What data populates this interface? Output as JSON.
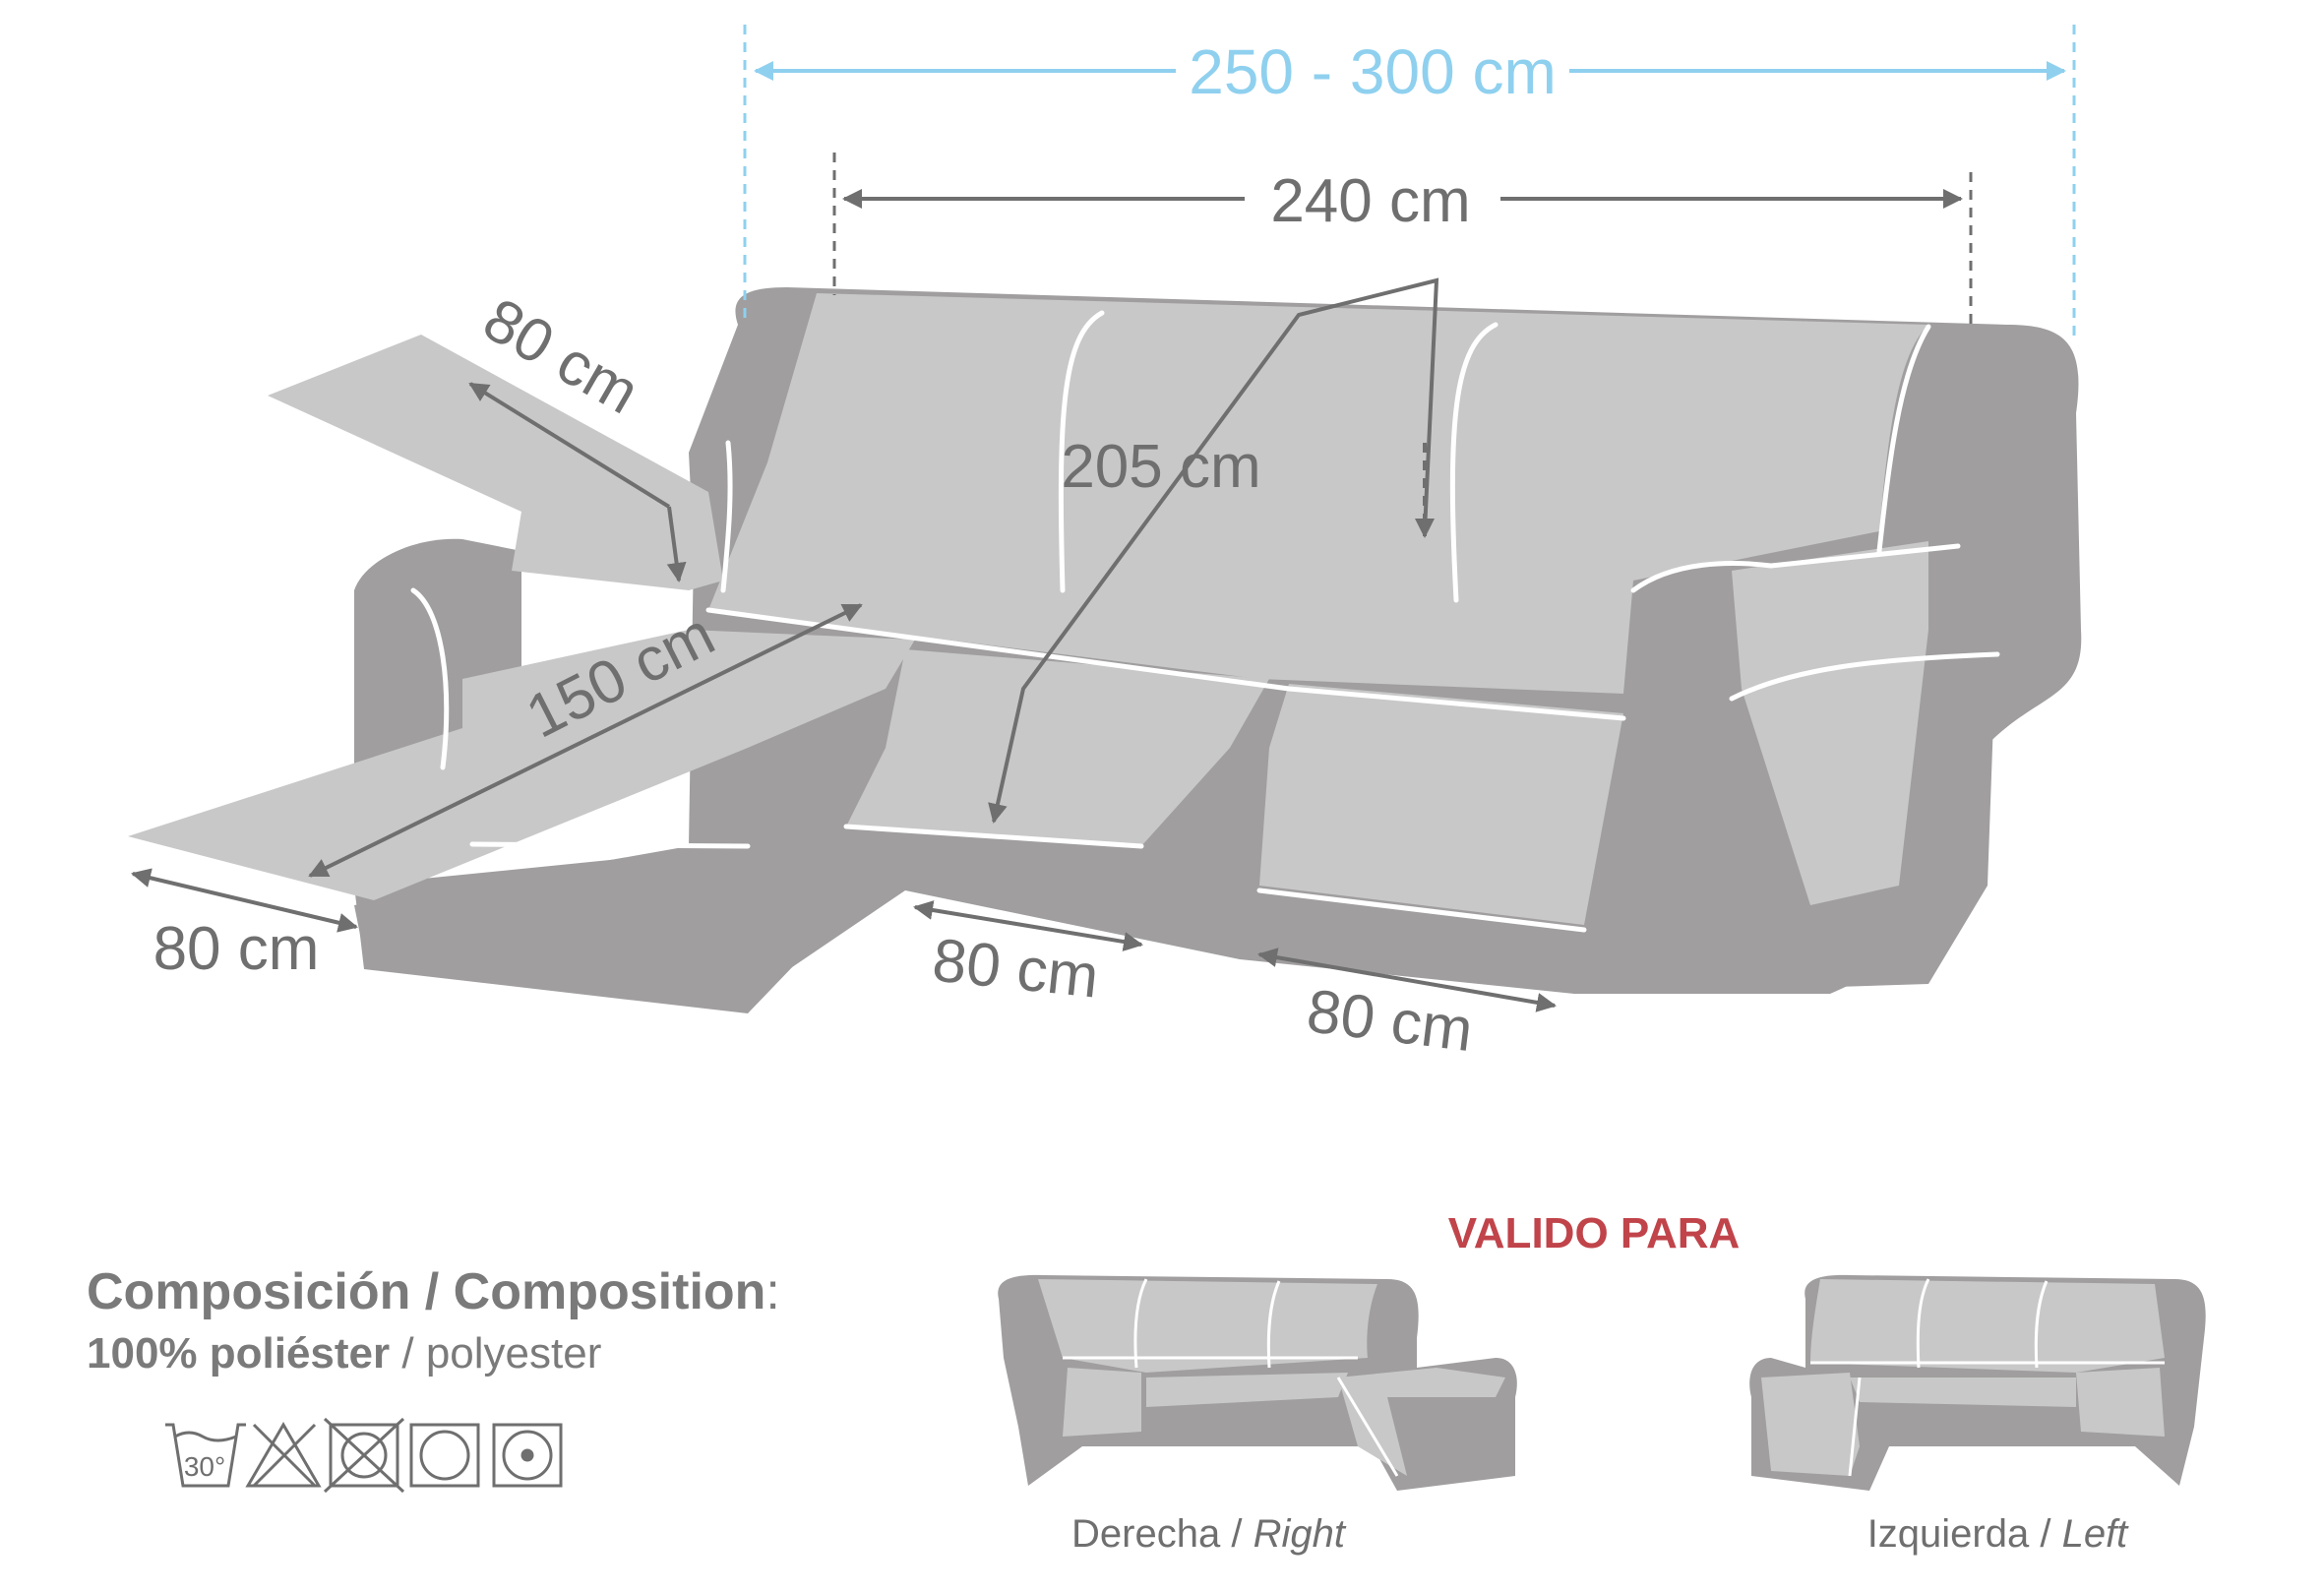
{
  "dimensions": {
    "outer_width": "250 - 300 cm",
    "inner_width": "240 cm",
    "height": "205 cm",
    "chaise_back": "80 cm",
    "chaise_length": "150 cm",
    "chaise_front": "80 cm",
    "seat_1": "80 cm",
    "seat_2": "80 cm"
  },
  "composition": {
    "title": "Composición / Composition",
    "title_suffix": ":",
    "material_bold": "100% poliéster",
    "material_rest": " / polyester"
  },
  "care_icons": [
    {
      "name": "wash-30-icon",
      "label": "30°"
    },
    {
      "name": "no-bleach-icon"
    },
    {
      "name": "no-tumble-dry-icon"
    },
    {
      "name": "dry-icon"
    },
    {
      "name": "iron-low-icon"
    }
  ],
  "valid_for": {
    "title": "VALIDO PARA",
    "right_es": "Derecha / ",
    "right_en": "Right",
    "left_es": "Izquierda / ",
    "left_en": "Left"
  },
  "colors": {
    "sofa": "#a09e9e",
    "cover": "#c8c8c8",
    "arrow_grey": "#6f6f6f",
    "arrow_blue": "#8fd0ef",
    "accent_red": "#c0444a"
  }
}
